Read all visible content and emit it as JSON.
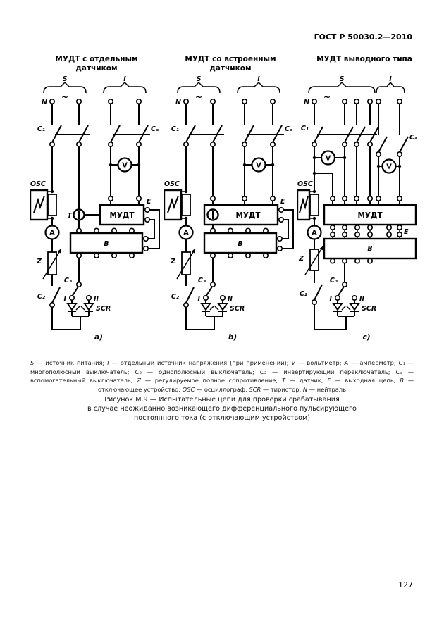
{
  "page": {
    "header": "ГОСТ Р 50030.2—2010",
    "page_number": "127"
  },
  "figure": {
    "caption_lines": [
      "Рисунок М.9 — Испытательные цепи для проверки срабатывания",
      "в случае неожиданно возникающего дифференциального пульсирующего",
      "постоянного тока (с отключающим устройством)"
    ]
  },
  "legend": {
    "items": [
      {
        "sym": "S",
        "desc": "источник питания"
      },
      {
        "sym": "I",
        "desc": "отдельный источник напряжения (при применении)"
      },
      {
        "sym": "V",
        "desc": "вольтметр"
      },
      {
        "sym": "A",
        "desc": "амперметр"
      },
      {
        "sym": "C₁",
        "desc": "многополюсный выключатель"
      },
      {
        "sym": "C₂",
        "desc": "однополюсный выключатель"
      },
      {
        "sym": "C₃",
        "desc": "инвертирующий переключатель"
      },
      {
        "sym": "Cₐ",
        "desc": "вспомогательный выключатель"
      },
      {
        "sym": "Z",
        "desc": "регулируемое полное сопротивление"
      },
      {
        "sym": "T",
        "desc": "датчик"
      },
      {
        "sym": "E",
        "desc": "выходная цепь"
      },
      {
        "sym": "B",
        "desc": "отключающее устройство"
      },
      {
        "sym": "OSC",
        "desc": "осциллограф"
      },
      {
        "sym": "SCR",
        "desc": "тиристор"
      },
      {
        "sym": "N",
        "desc": "нейтраль"
      }
    ]
  },
  "diagrams": [
    {
      "title_line1": "МУДТ с отдельным",
      "title_line2": "датчиком",
      "sub_label": "a)",
      "labels": {
        "source": "S",
        "wave": "~",
        "aux_source": "I",
        "neutral": "N",
        "c1": "C₁",
        "ca": "Cₐ",
        "voltmeter": "V",
        "osc": "OSC",
        "ammeter": "A",
        "sensor": "T",
        "device": "МУДТ",
        "output": "E",
        "trip_unit": "B",
        "impedance": "Z",
        "c2": "C₂",
        "c3": "C₃",
        "pos_i": "I",
        "pos_ii": "II",
        "scr": "SCR"
      }
    },
    {
      "title_line1": "МУДТ со встроенным",
      "title_line2": "датчиком",
      "sub_label": "b)",
      "labels": {
        "source": "S",
        "wave": "~",
        "aux_source": "I",
        "neutral": "N",
        "c1": "C₁",
        "ca": "Cₐ",
        "voltmeter": "V",
        "osc": "OSC",
        "ammeter": "A",
        "device": "МУДТ",
        "output": "E",
        "trip_unit": "B",
        "impedance": "Z",
        "c2": "C₂",
        "c3": "C₃",
        "pos_i": "I",
        "pos_ii": "II",
        "scr": "SCR"
      }
    },
    {
      "title_line1": "МУДТ выводного типа",
      "title_line2": "",
      "sub_label": "c)",
      "labels": {
        "source": "S",
        "wave": "~",
        "aux_source": "I",
        "neutral": "N",
        "c1": "C₁",
        "ca": "Cₐ",
        "voltmeter": "V",
        "osc": "OSC",
        "ammeter": "A",
        "device": "МУДТ",
        "output": "E",
        "trip_unit": "B",
        "impedance": "Z",
        "c2": "C₂",
        "c3": "C₃",
        "pos_i": "I",
        "pos_ii": "II",
        "scr": "SCR"
      }
    }
  ]
}
